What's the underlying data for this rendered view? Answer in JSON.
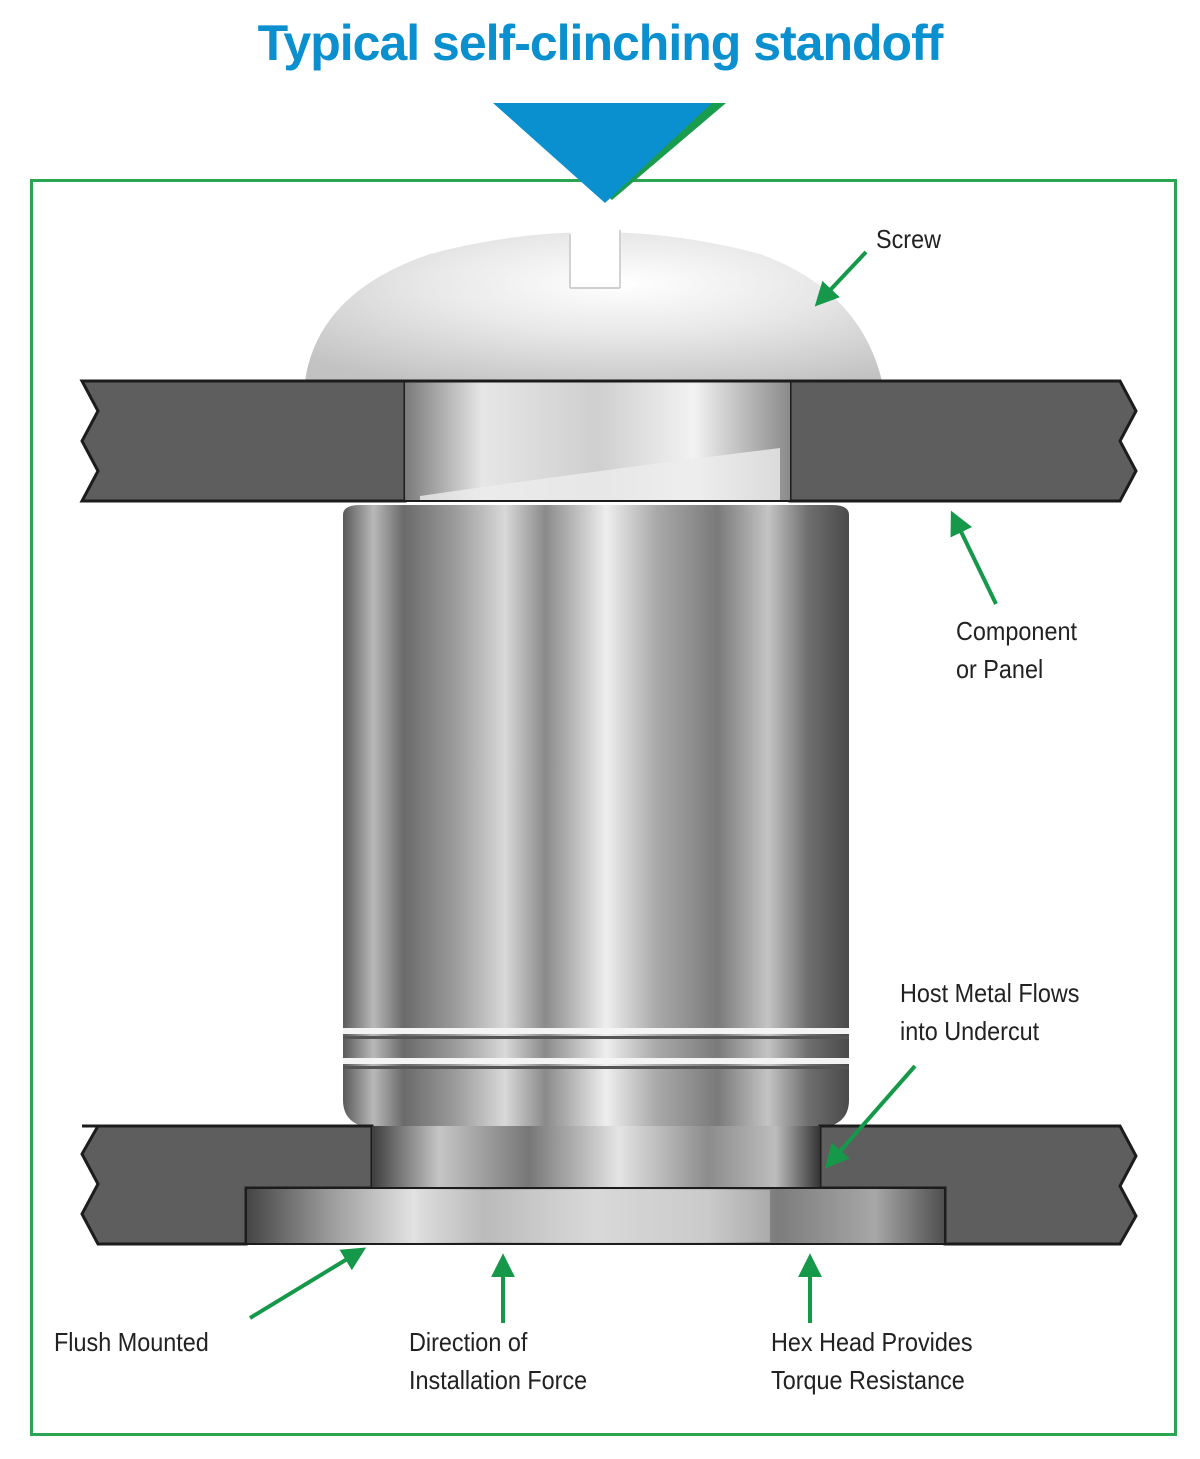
{
  "title": "Typical self-clinching standoff",
  "colors": {
    "title_blue": "#0a90cf",
    "frame_green": "#2aa552",
    "arrow_green": "#16984a",
    "panel_gray": "#5e5e5e",
    "label_text": "#222222"
  },
  "labels": {
    "screw": "Screw",
    "component": [
      "Component",
      "or Panel"
    ],
    "host_metal": [
      "Host Metal Flows",
      "into Undercut"
    ],
    "flush": "Flush Mounted",
    "direction": [
      "Direction of",
      "Installation Force"
    ],
    "hex": [
      "Hex Head Provides",
      "Torque Resistance"
    ]
  }
}
